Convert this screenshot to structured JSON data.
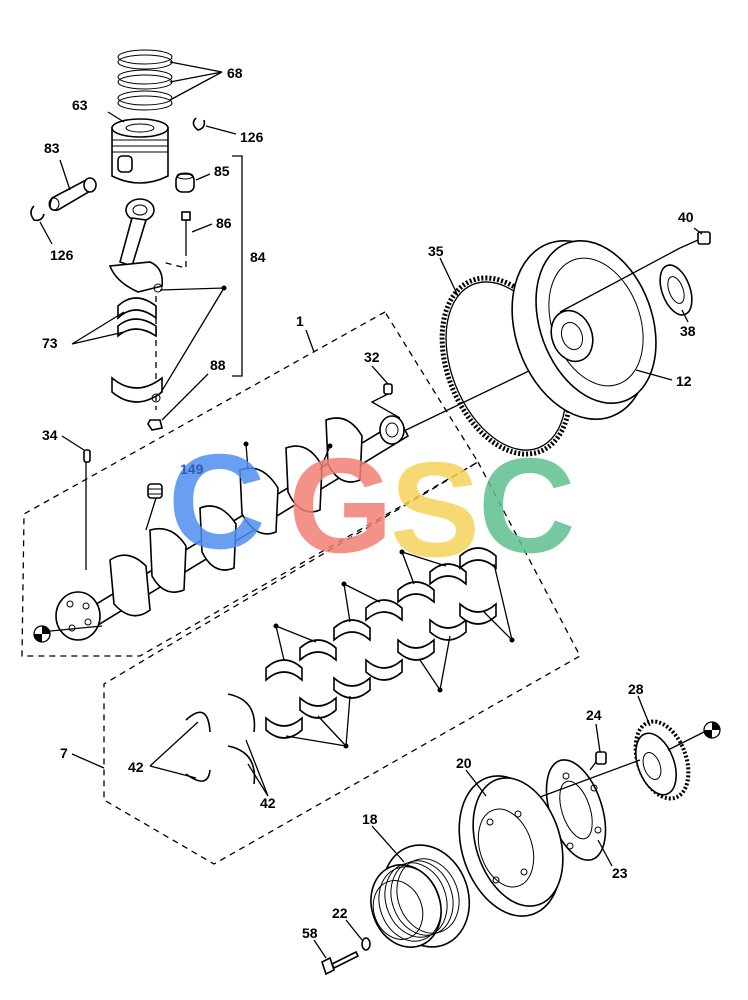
{
  "callouts": {
    "c1": "1",
    "c7": "7",
    "c12": "12",
    "c18": "18",
    "c20": "20",
    "c22": "22",
    "c23": "23",
    "c24": "24",
    "c28": "28",
    "c32": "32",
    "c34": "34",
    "c35": "35",
    "c38": "38",
    "c40": "40",
    "c42a": "42",
    "c42b": "42",
    "c58": "58",
    "c63": "63",
    "c68": "68",
    "c73": "73",
    "c83": "83",
    "c84": "84",
    "c85": "85",
    "c86": "86",
    "c88": "88",
    "c126a": "126",
    "c126b": "126",
    "c149": "149"
  },
  "watermark": {
    "letters": [
      "C",
      "G",
      "S",
      "C"
    ],
    "colors": [
      "#4f8ff0",
      "#f08074",
      "#f6d35c",
      "#5fbf8f"
    ]
  }
}
